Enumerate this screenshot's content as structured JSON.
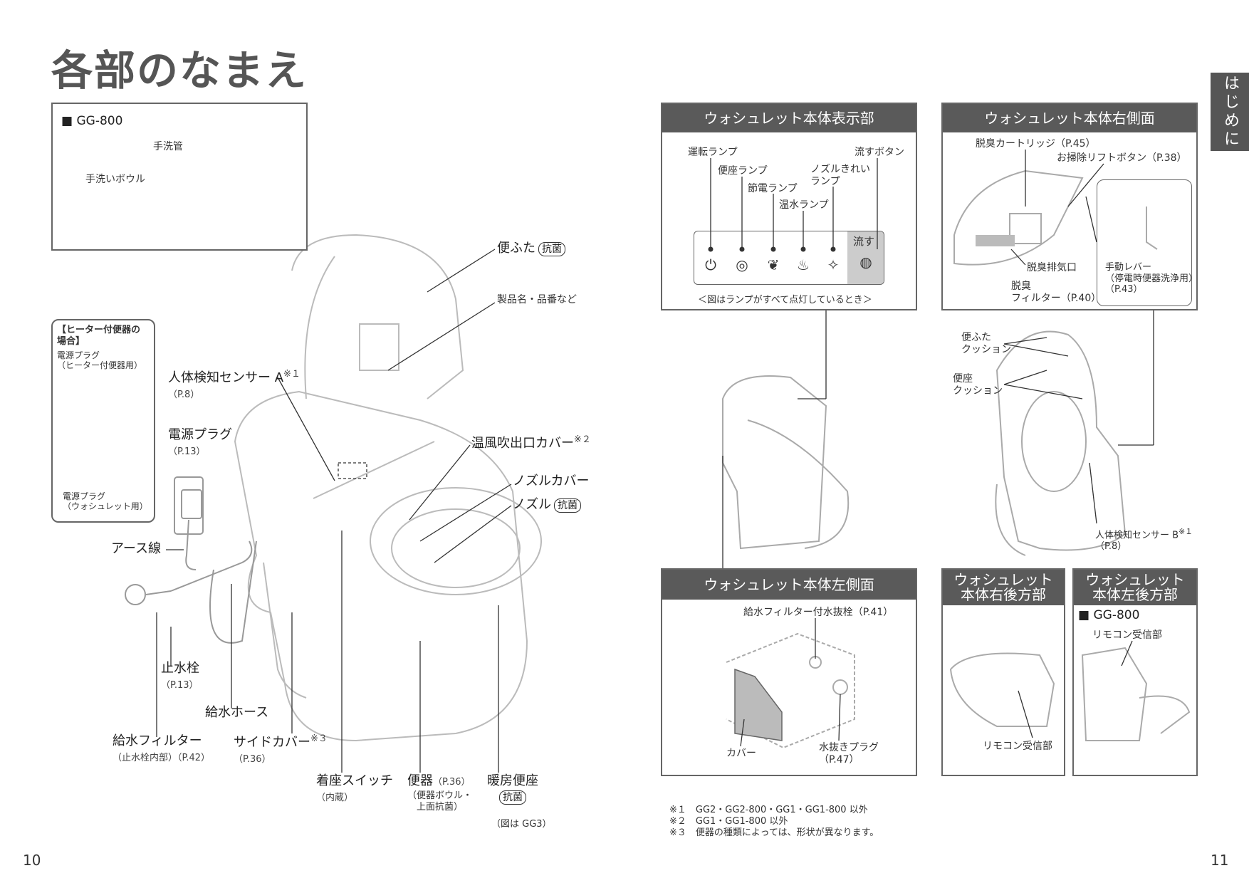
{
  "page": {
    "title": "各部のなまえ",
    "side_tab": "はじめに",
    "page_left": "10",
    "page_right": "11"
  },
  "gg800_box": {
    "model": "■ GG-800",
    "hand_pipe": "手洗管",
    "hand_bowl": "手洗いボウル"
  },
  "heater_box": {
    "title": "【ヒーター付便器の\n場合】",
    "plug_heater": "電源プラグ\n（ヒーター付便器用）",
    "plug_washlet": "電源プラグ\n（ウォシュレット用）"
  },
  "main_labels": {
    "lid": "便ふた",
    "lid_badge": "抗菌",
    "product_name": "製品名・品番など",
    "sensor_a": "人体検知センサー A",
    "sensor_a_mark": "※１",
    "sensor_a_ref": "（P.8）",
    "power_plug": "電源プラグ",
    "power_plug_ref": "（P.13）",
    "warm_air": "温風吹出口カバー",
    "warm_air_mark": "※２",
    "nozzle_cover": "ノズルカバー",
    "nozzle": "ノズル",
    "nozzle_badge": "抗菌",
    "earth_wire": "アース線",
    "stop_valve": "止水栓",
    "stop_valve_ref": "（P.13）",
    "supply_hose": "給水ホース",
    "supply_filter": "給水フィルター",
    "supply_filter_ref": "（止水栓内部）（P.42）",
    "side_cover": "サイドカバー",
    "side_cover_mark": "※３",
    "side_cover_ref": "（P.36）",
    "seat_switch": "着座スイッチ",
    "seat_switch_ref": "（内蔵）",
    "bowl": "便器",
    "bowl_ref": "（P.36）",
    "bowl_sub": "（便器ボウル・\n上面抗菌）",
    "heated_seat": "暖房便座",
    "heated_seat_badge": "抗菌",
    "fig_note": "（図は GG3）"
  },
  "display_panel": {
    "header": "ウォシュレット本体表示部",
    "run_lamp": "運転ランプ",
    "seat_lamp": "便座ランプ",
    "eco_lamp": "節電ランプ",
    "water_lamp": "温水ランプ",
    "nozzle_lamp": "ノズルきれい\nランプ",
    "flush_button": "流すボタン",
    "flush_text": "流す",
    "caption": "＜図はランプがすべて点灯しているとき＞"
  },
  "right_panel": {
    "header": "ウォシュレット本体右側面",
    "cartridge": "脱臭カートリッジ（P.45）",
    "lift_button": "お掃除リフトボタン（P.38）",
    "exhaust": "脱臭排気口",
    "filter": "脱臭\nフィルター（P.40）",
    "manual_lever": "手動レバー\n（停電時便器洗浄用）\n（P.43）"
  },
  "mid_right_labels": {
    "lid_cushion": "便ふた\nクッション",
    "seat_cushion": "便座\nクッション",
    "sensor_b": "人体検知センサー B",
    "sensor_b_mark": "※１",
    "sensor_b_ref": "（P.8）"
  },
  "left_panel": {
    "header": "ウォシュレット本体左側面",
    "filter_plug": "給水フィルター付水抜栓（P.41）",
    "cover": "カバー",
    "drain_plug": "水抜きプラグ\n（P.47）"
  },
  "rear_right_panel": {
    "header": "ウォシュレット\n本体右後方部",
    "receiver": "リモコン受信部"
  },
  "rear_left_panel": {
    "header": "ウォシュレット\n本体左後方部",
    "model": "■ GG-800",
    "receiver": "リモコン受信部"
  },
  "footnotes": [
    "※１　GG2・GG2-800・GG1・GG1-800 以外",
    "※２　GG1・GG1-800 以外",
    "※３　便器の種類によっては、形状が異なります。"
  ],
  "colors": {
    "header_bg": "#5a5a5a",
    "panel_border": "#666666",
    "line": "#333333"
  }
}
